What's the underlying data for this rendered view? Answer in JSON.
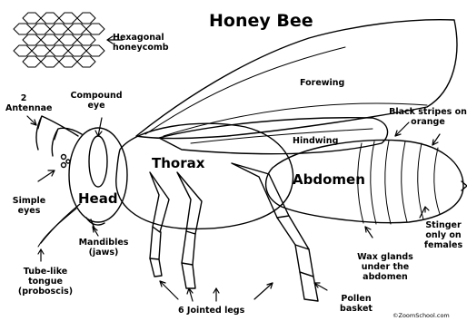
{
  "title": "Honey Bee",
  "labels": {
    "hexagonal_honeycomb": "Hexagonal honeycomb",
    "antennae": "2 Antennae",
    "compound_eye": "Compound eye",
    "simple_eyes": "Simple eyes",
    "head": "Head",
    "mandibles": "Mandibles (jaws)",
    "tongue": "Tube-like tongue (proboscis)",
    "thorax": "Thorax",
    "forewing": "Forewing",
    "hindwing": "Hindwing",
    "abdomen": "Abdomen",
    "black_stripes": "Black stripes on orange",
    "stinger": "Stinger only on females",
    "wax_glands": "Wax glands under the abdomen",
    "pollen_basket": "Pollen basket",
    "jointed_legs": "6 Jointed legs",
    "copyright": "©ZoomSchool.com"
  }
}
